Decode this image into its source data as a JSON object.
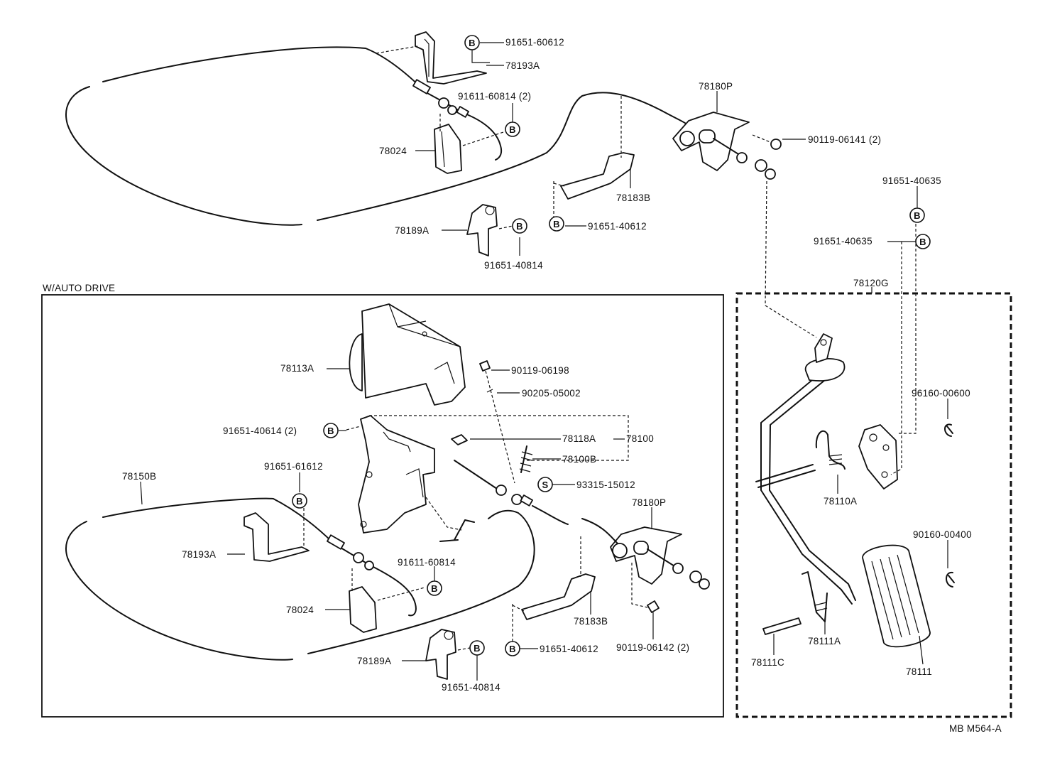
{
  "diagram": {
    "section_label": "W/AUTO DRIVE",
    "footer_code": "MB M564-A",
    "bubble_b": "B",
    "bubble_s": "S",
    "top": {
      "p1": "91651-60612",
      "p2": "78193A",
      "p3": "91611-60814 (2)",
      "p4": "78024",
      "p5": "78180P",
      "p6": "90119-06141 (2)",
      "p7": "78183B",
      "p8": "91651-40612",
      "p9": "78189A",
      "p10": "91651-40814"
    },
    "pedal": {
      "p1": "91651-40635",
      "p2": "91651-40635",
      "p3": "78120G",
      "p4": "96160-00600",
      "p5": "78110A",
      "p6": "90160-00400",
      "p7": "78111A",
      "p8": "78111C",
      "p9": "78111"
    },
    "auto": {
      "p1": "78113A",
      "p2": "90119-06198",
      "p3": "90205-05002",
      "p4": "91651-40614 (2)",
      "p5": "78118A",
      "p6": "78100",
      "p7": "78100B",
      "p8": "93315-15012",
      "p9": "78150B",
      "p10": "91651-61612",
      "p11": "78180P",
      "p12": "78193A",
      "p13": "91611-60814",
      "p14": "78024",
      "p15": "78183B",
      "p16": "90119-06142 (2)",
      "p17": "91651-40612",
      "p18": "78189A",
      "p19": "91651-40814"
    }
  }
}
